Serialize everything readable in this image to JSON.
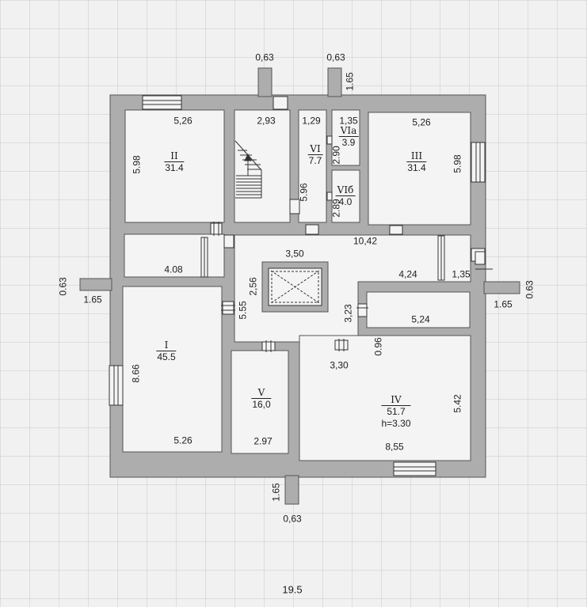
{
  "dimensions": {
    "outer": {
      "stub_top_left_width": "0,63",
      "stub_top_right_width": "0,63",
      "stub_top_length": "1.65",
      "stub_left_width": "0.63",
      "stub_left_length": "1.65",
      "stub_right_width": "0.63",
      "stub_right_length": "1.65",
      "stub_bottom_length": "1.65",
      "stub_bottom_width": "0,63",
      "total_width": "19.5"
    },
    "interior": {
      "room2_width": "5,26",
      "room2_height": "5.98",
      "stair_width": "2,93",
      "room6_width": "1,29",
      "room6_height": "5.96",
      "room6a_width": "1,35",
      "room6a_height": "2.90",
      "room6b_height": "2.89",
      "room3_width": "5,26",
      "room3_height": "5.98",
      "corridor_length": "10,42",
      "store_width": "4.08",
      "shaft_width": "3,50",
      "shaft_height": "2,56",
      "hall_height": "5.55",
      "right_corridor_width": "4,24",
      "right_small_width": "1,35",
      "niche_height": "3,23",
      "niche_width": "5,24",
      "room4_offset": "0.96",
      "door_span": "3,30",
      "room1_height": "8.66",
      "room1_width": "5.26",
      "room5_width": "2.97",
      "room4_width": "8,55",
      "room4_height": "5.42"
    }
  },
  "rooms": {
    "r1": {
      "num": "I",
      "area": "45.5"
    },
    "r2": {
      "num": "II",
      "area": "31.4"
    },
    "r3": {
      "num": "III",
      "area": "31.4"
    },
    "r4": {
      "num": "IV",
      "area": "51.7",
      "height": "h=3.30"
    },
    "r5": {
      "num": "V",
      "area": "16,0"
    },
    "r6": {
      "num": "VI",
      "area": "7.7"
    },
    "r6a": {
      "num": "VIa",
      "area": "3.9"
    },
    "r6b": {
      "num": "VIб",
      "area": "4.0"
    }
  },
  "colors": {
    "wall": "#adadad",
    "wall_edge": "#5a5a5a",
    "room_fill": "#f4f4f4",
    "ink": "#1d1d1d"
  }
}
